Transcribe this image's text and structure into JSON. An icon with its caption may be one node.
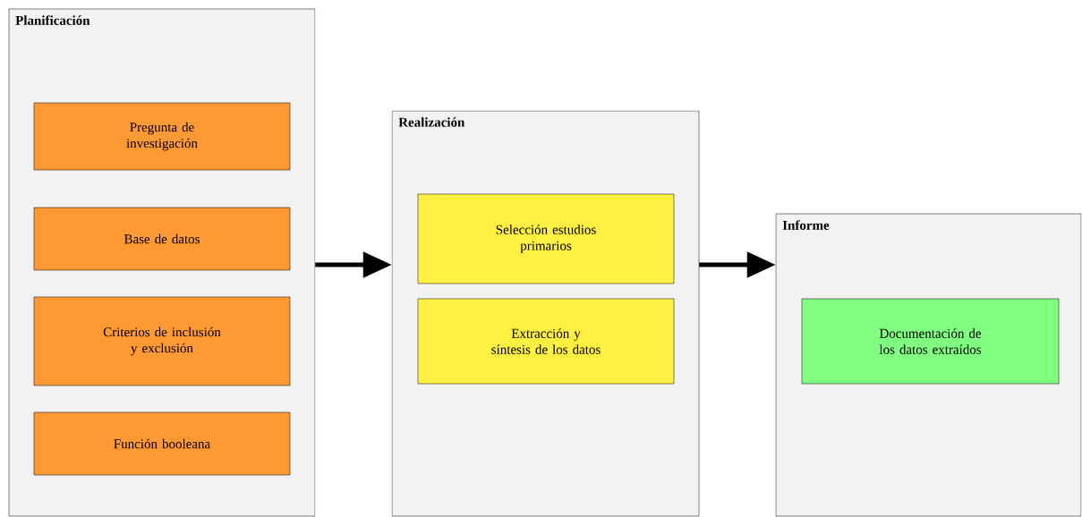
{
  "diagram": {
    "nodes": [
      {
        "text": [
          "Planificación"
        ]
      },
      {
        "text": [
          "Pregunta de investigación"
        ],
        "in": 0
      },
      {
        "text": [
          "Base de datos"
        ],
        "in": 0
      },
      {
        "text": [
          "Criterios de inclusión y exclusión"
        ],
        "in": 0
      },
      {
        "text": [
          "Función booleana"
        ],
        "in": 0
      },
      {
        "text": [
          "Realización"
        ]
      },
      {
        "text": [
          "Selección estudios primarios"
        ],
        "in": 5
      },
      {
        "text": [
          "Extracción y síntesis de los datos"
        ],
        "in": 5
      },
      {
        "text": [
          "Informe"
        ]
      },
      {
        "text": [
          "Documentación de los datos extraídos"
        ],
        "in": 8
      }
    ],
    "edges": [
      {
        "from": 0,
        "to": 5,
        "arrow": "to"
      },
      {
        "from": 5,
        "to": 8,
        "arrow": "to"
      }
    ]
  }
}
